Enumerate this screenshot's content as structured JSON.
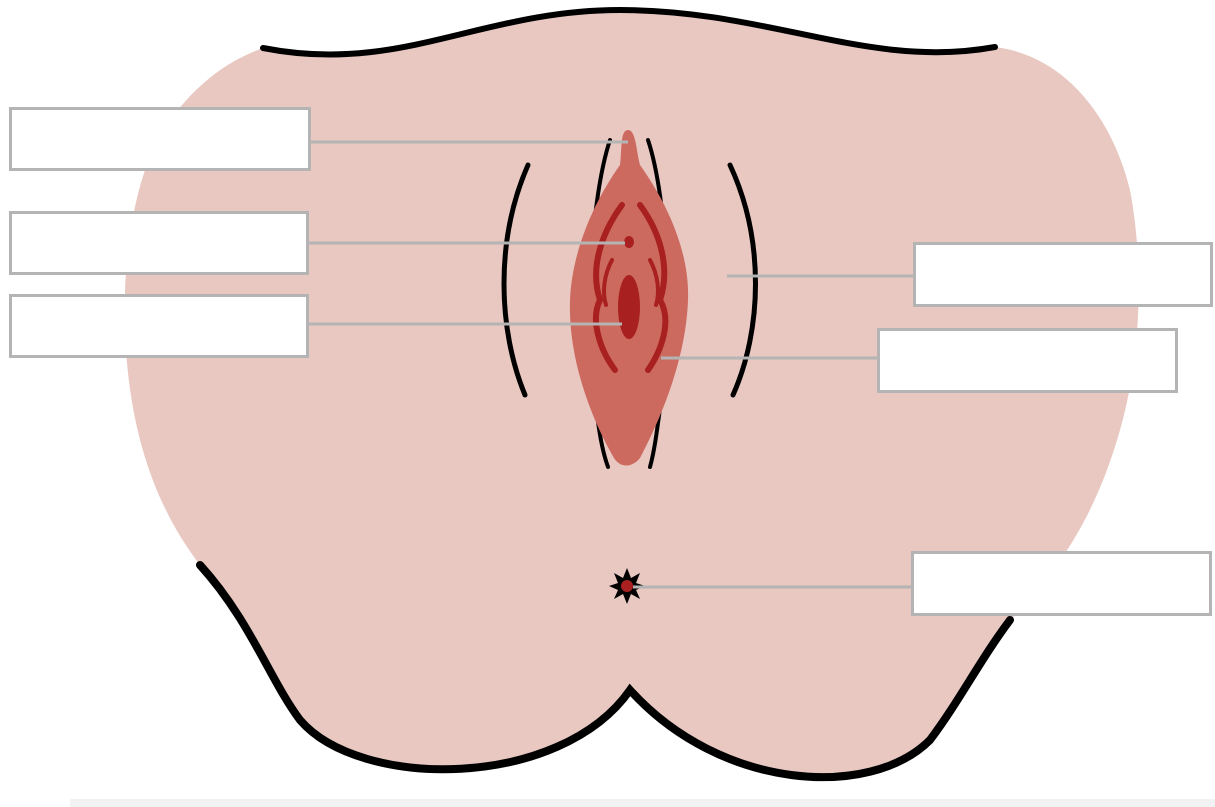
{
  "colors": {
    "skin": "#e8c8c1",
    "outline": "#000000",
    "tissue": "#cd6a60",
    "tissue_dark": "#a8201f",
    "leader": "#b4b4b4",
    "box_border": "#b4b4b4"
  },
  "labels": [
    {
      "id": "label-1",
      "text": ""
    },
    {
      "id": "label-2",
      "text": ""
    },
    {
      "id": "label-3",
      "text": ""
    },
    {
      "id": "label-4",
      "text": ""
    },
    {
      "id": "label-5",
      "text": ""
    },
    {
      "id": "label-6",
      "text": ""
    }
  ]
}
